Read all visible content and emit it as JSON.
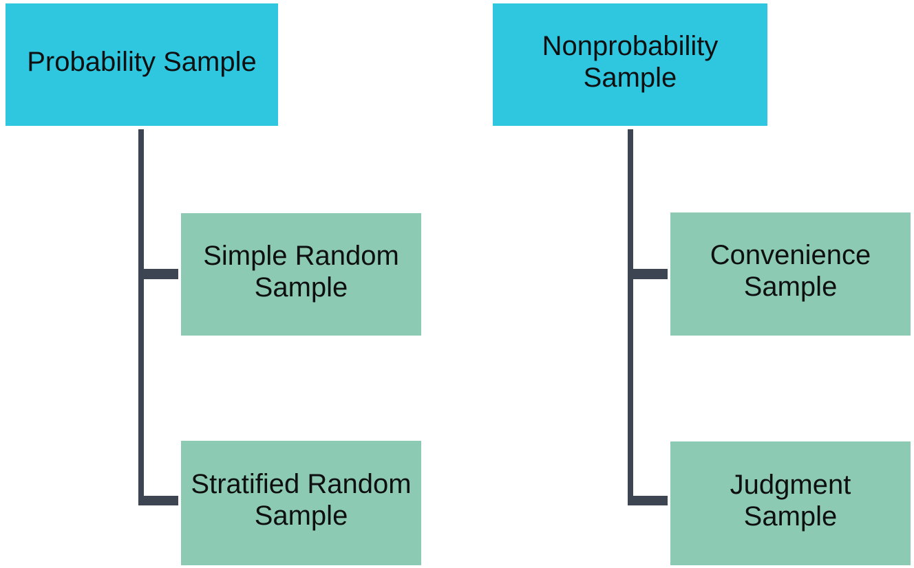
{
  "diagram": {
    "type": "tree",
    "colors": {
      "parent_fill": "#2fc7e0",
      "child_fill": "#8dcab3",
      "connector": "#3d4552",
      "text": "#0e0f10",
      "background": "#ffffff"
    },
    "trees": [
      {
        "parent": {
          "label": "Probability Sample"
        },
        "children": [
          {
            "label": "Simple Random\nSample"
          },
          {
            "label": "Stratified Random\nSample"
          }
        ]
      },
      {
        "parent": {
          "label": "Nonprobability\nSample"
        },
        "children": [
          {
            "label": "Convenience\nSample"
          },
          {
            "label": "Judgment\nSample"
          }
        ]
      }
    ]
  }
}
